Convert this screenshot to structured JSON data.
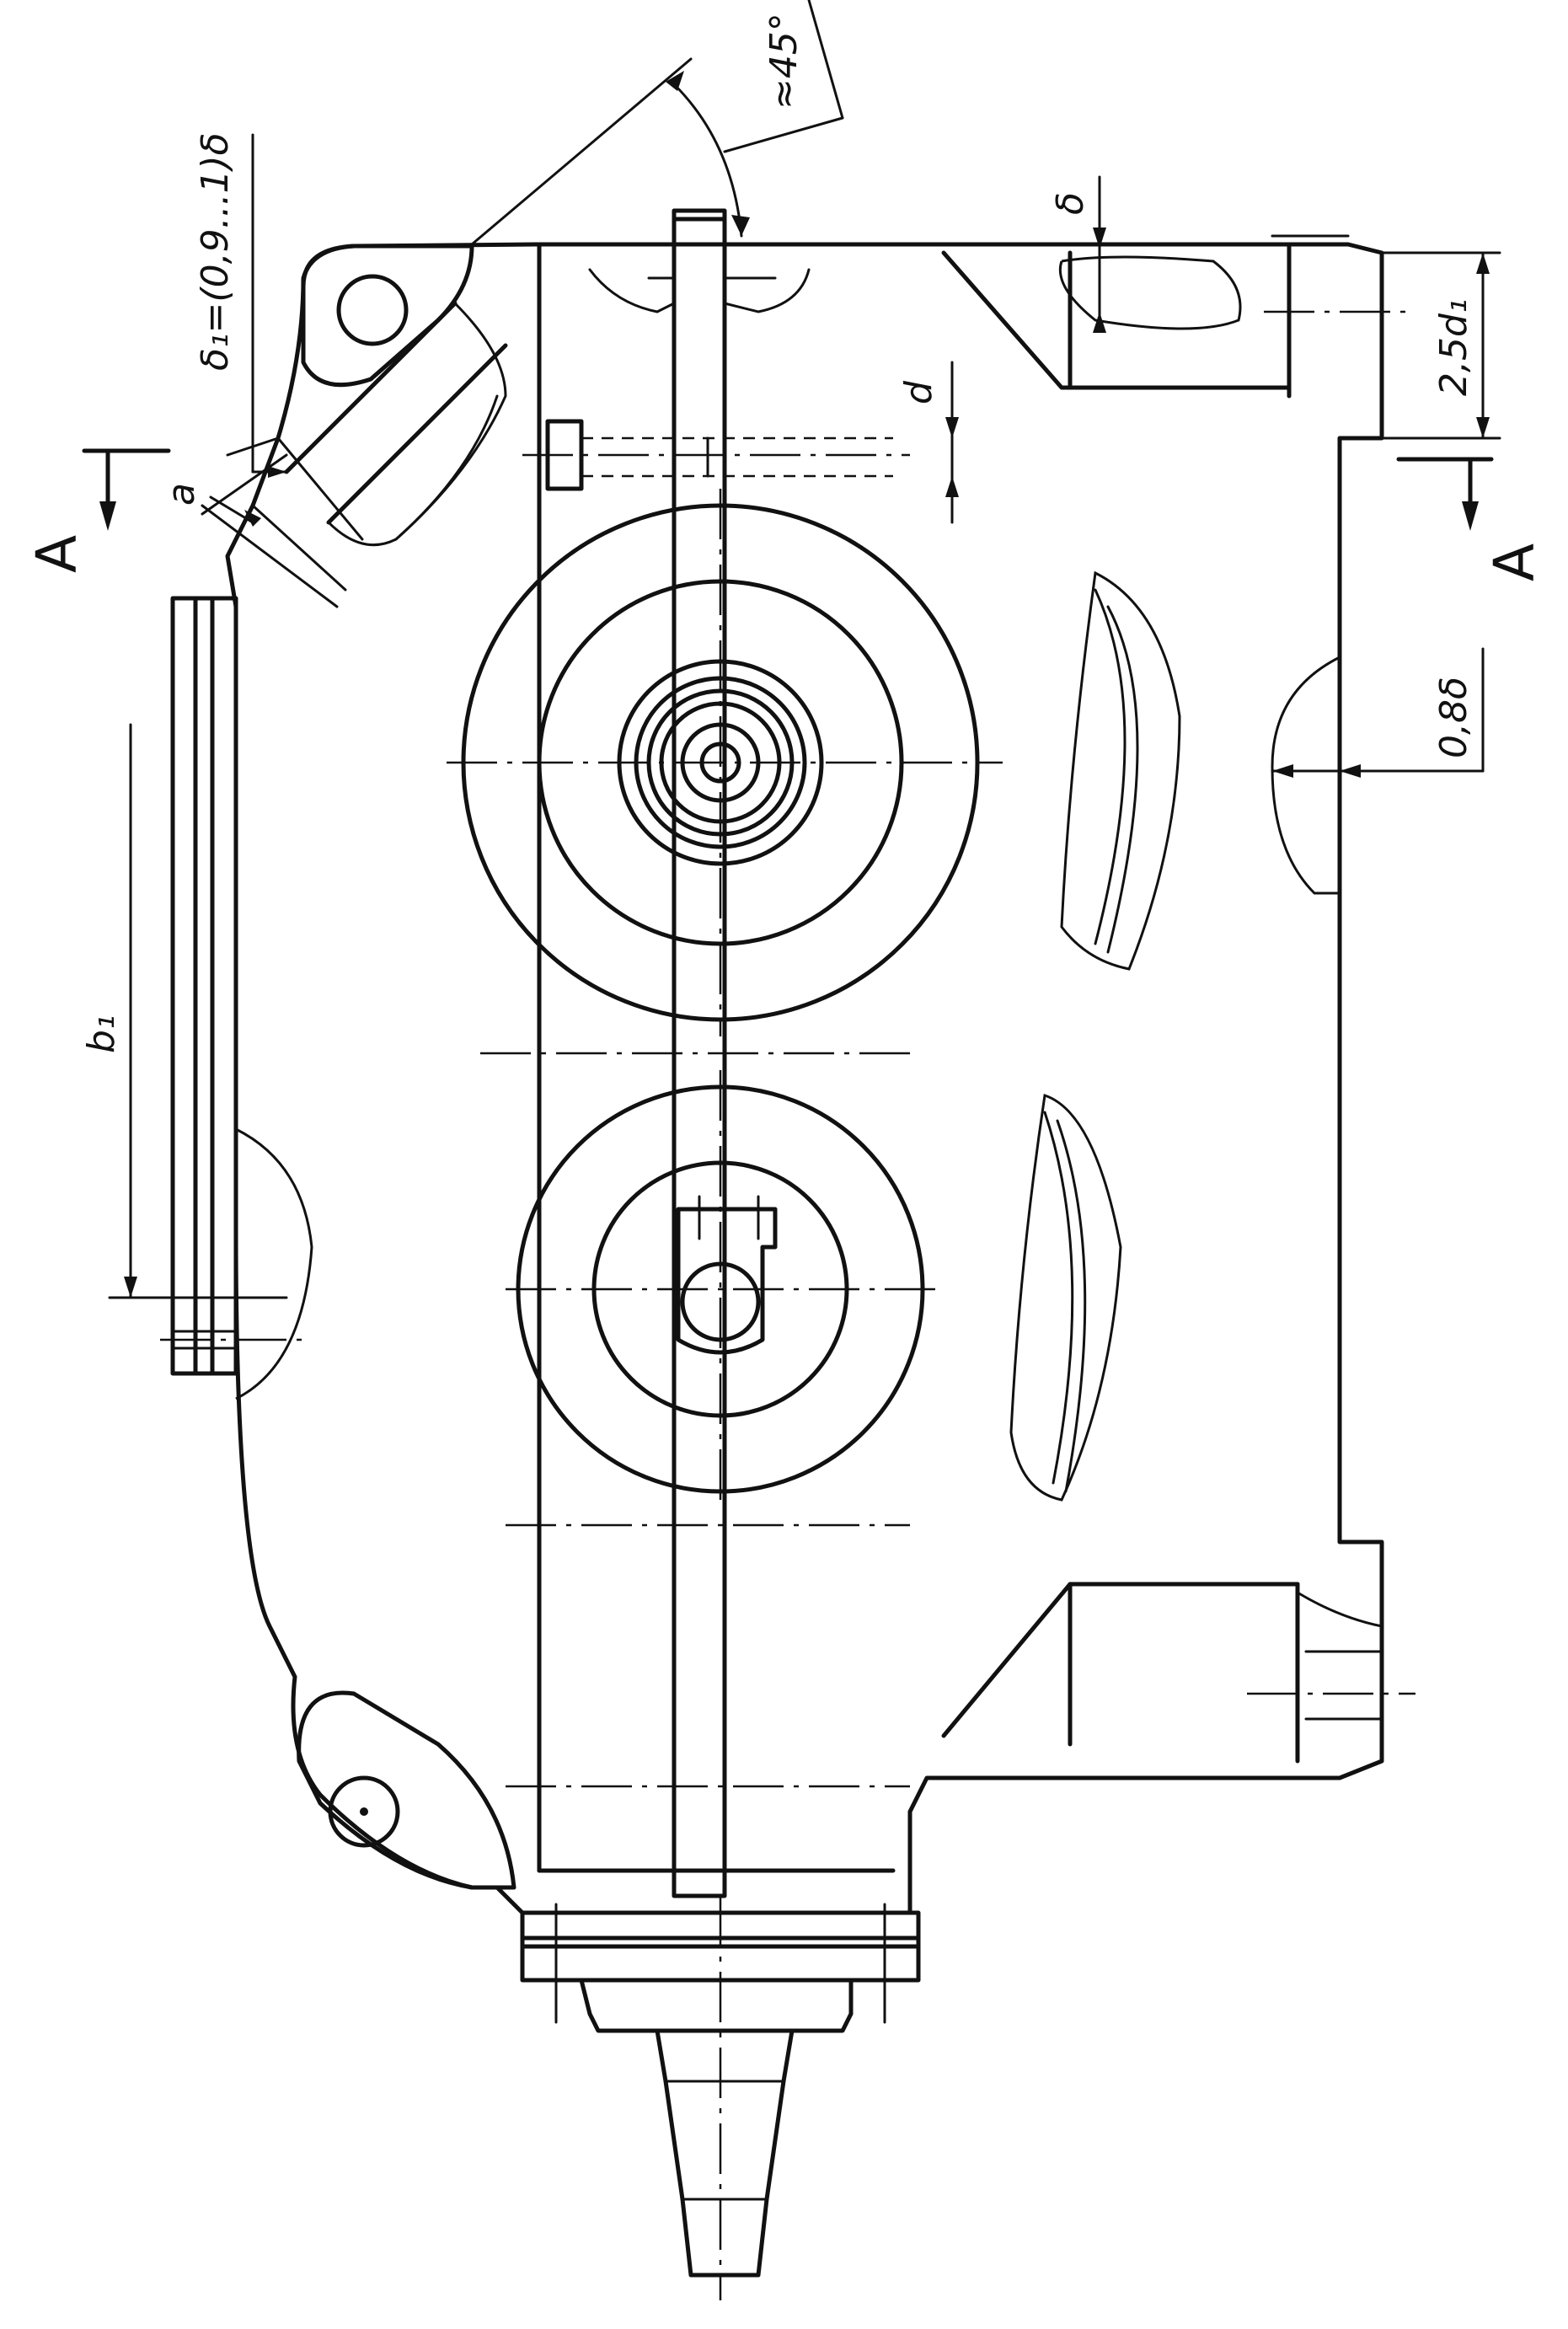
{
  "labels": {
    "angle": "≈45°",
    "flange_thickness": "δ₁=(0,9...1)δ",
    "wall": "δ",
    "dim_a": "a",
    "dim_d": "d",
    "dim_25d1": "2,5d₁",
    "section_left": "A",
    "section_right": "A",
    "dim_08d": "0,8δ",
    "dim_b1": "b₁"
  }
}
